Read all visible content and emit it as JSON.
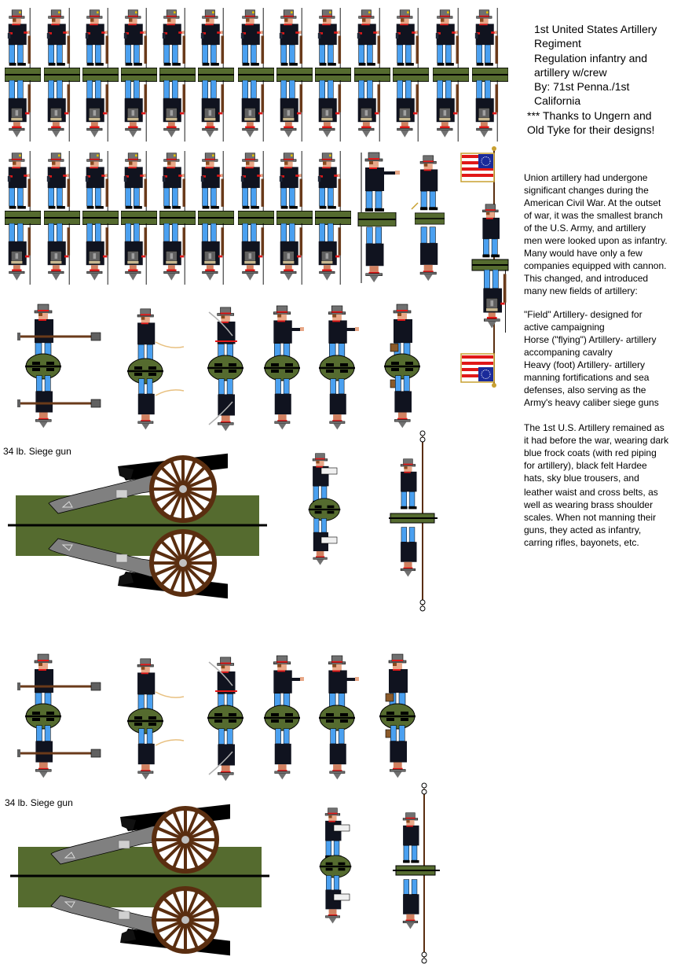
{
  "title_block": {
    "lines": [
      "1st United States Artillery",
      "Regiment",
      "Regulation infantry and",
      "artillery w/crew",
      "By: 71st Penna./1st",
      "California"
    ],
    "thanks_lines": [
      "*** Thanks to Ungern and",
      "Old Tyke  for their designs!"
    ]
  },
  "description": {
    "intro_lines": [
      "Union artillery had undergone",
      "significant changes during the",
      "American Civil War. At the outset",
      "of war, it was the smallest branch",
      "of the U.S. Army, and artillery",
      "men were looked upon as infantry.",
      "Many would have only a few",
      "companies equipped with cannon.",
      "This changed, and introduced",
      "many new fields of artillery:"
    ],
    "types_lines": [
      "\"Field\" Artillery- designed for",
      "active campaigning",
      "Horse (\"flying\") Artillery- artillery",
      "accompaning cavalry",
      "Heavy (foot) Artillery-  artillery",
      "manning fortifications and sea",
      "defenses, also serving as the",
      "Army's heavy caliber siege guns"
    ],
    "uniform_lines": [
      "The 1st U.S. Artillery remained as",
      "it had before the war, wearing dark",
      "blue frock coats (with red piping",
      "for artillery), black felt Hardee",
      "hats, sky blue trousers, and",
      "leather waist and cross belts, as",
      "well as wearing brass shoulder",
      "scales. When not manning their",
      "guns, they acted as infantry,",
      "carring rifles, bayonets, etc."
    ]
  },
  "gun_labels": {
    "first": "34 lb. Siege gun",
    "second": "34 lb. Siege gun"
  },
  "sprites": {
    "infantry_row1_count": 13,
    "infantry_row2_count": 10,
    "crew_poses": [
      "rammer",
      "lanyard",
      "sword-officer",
      "pointing",
      "pointing",
      "bucket"
    ],
    "colors": {
      "coat": "#10131f",
      "trousers": "#4aa0f0",
      "base_green": "#556b2f",
      "piping_red": "#e01818",
      "hat_gray": "#707070",
      "wheel_brown": "#5a2e10",
      "carriage_gray": "#808080",
      "barrel_black": "#000000"
    }
  }
}
